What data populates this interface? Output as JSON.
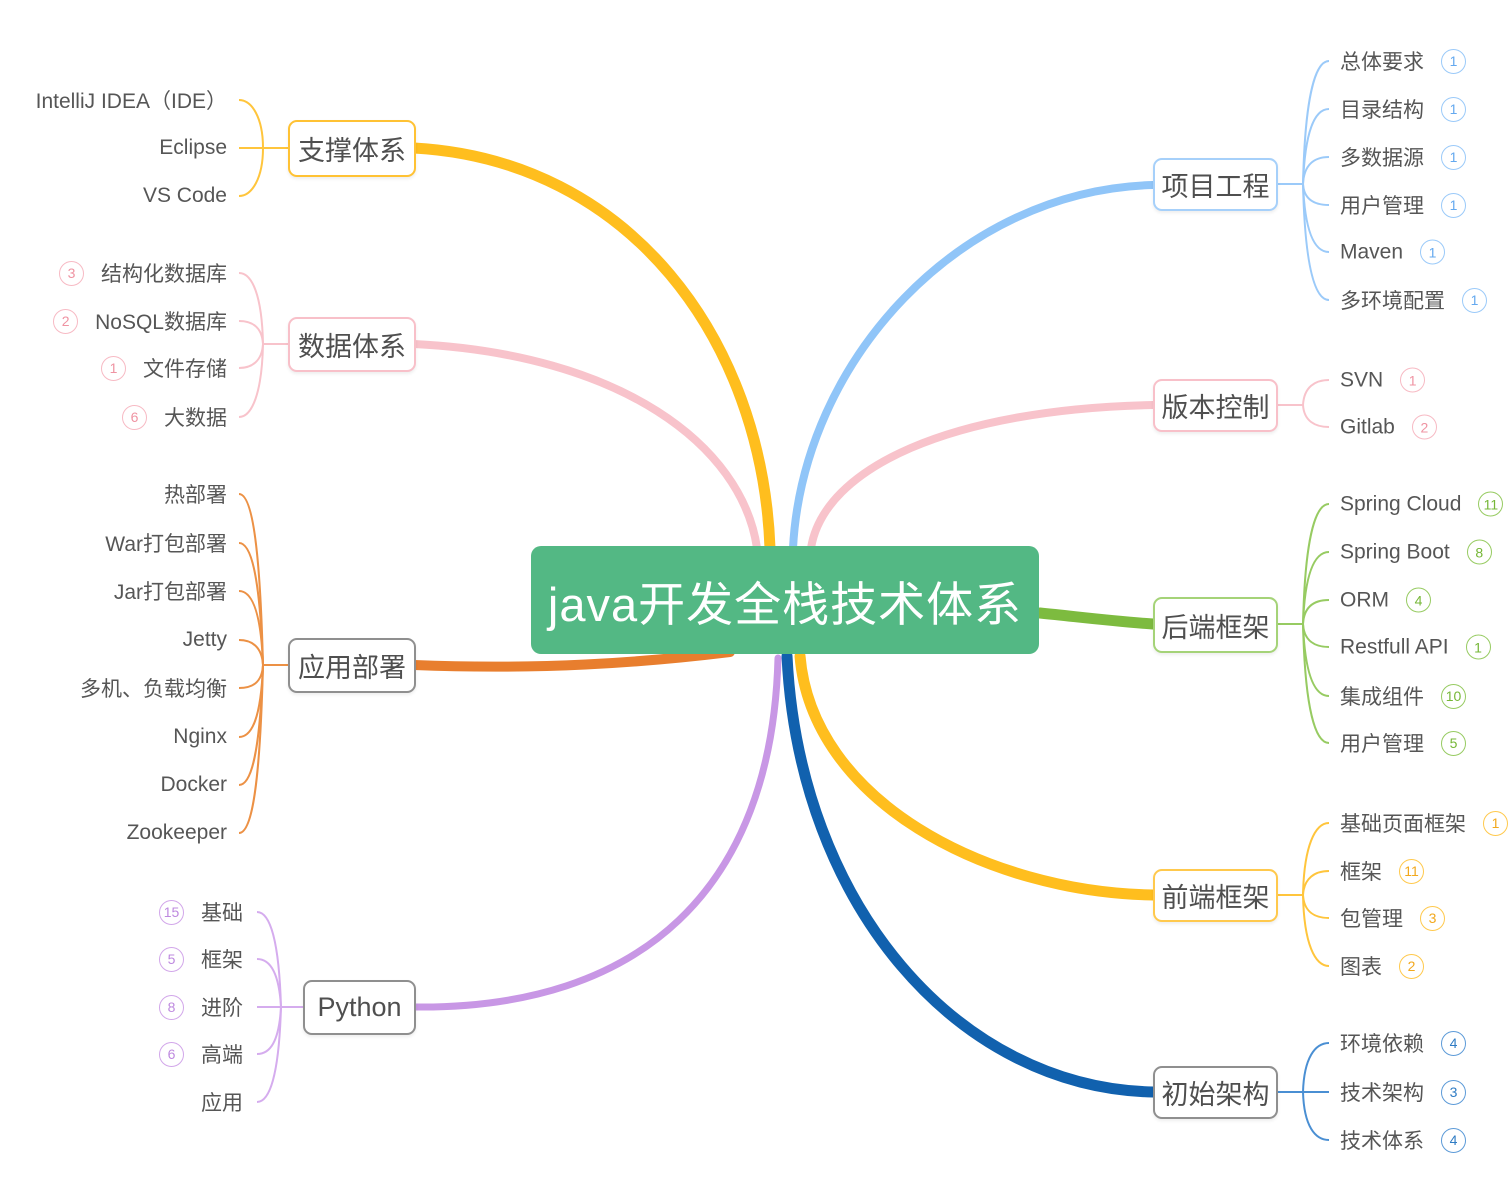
{
  "center": {
    "label": "java开发全栈技术体系"
  },
  "colors": {
    "center_bg": "#53B884",
    "yellow": "#FFBE1E",
    "pink": "#F8C3CB",
    "orange": "#E87E2E",
    "purple": "#C897E5",
    "light_blue": "#90C5F8",
    "green": "#7DBB3F",
    "dark_blue": "#1161AE"
  },
  "left_branches": [
    {
      "label": "支撑体系",
      "children": [
        {
          "label": "IntelliJ IDEA（IDE）"
        },
        {
          "label": "Eclipse"
        },
        {
          "label": "VS Code"
        }
      ]
    },
    {
      "label": "数据体系",
      "children": [
        {
          "label": "结构化数据库",
          "badge": "3"
        },
        {
          "label": "NoSQL数据库",
          "badge": "2"
        },
        {
          "label": "文件存储",
          "badge": "1"
        },
        {
          "label": "大数据",
          "badge": "6"
        }
      ]
    },
    {
      "label": "应用部署",
      "children": [
        {
          "label": "热部署"
        },
        {
          "label": "War打包部署"
        },
        {
          "label": "Jar打包部署"
        },
        {
          "label": "Jetty"
        },
        {
          "label": "多机、负载均衡"
        },
        {
          "label": "Nginx"
        },
        {
          "label": "Docker"
        },
        {
          "label": "Zookeeper"
        }
      ]
    },
    {
      "label": "Python",
      "children": [
        {
          "label": "基础",
          "badge": "15"
        },
        {
          "label": "框架",
          "badge": "5"
        },
        {
          "label": "进阶",
          "badge": "8"
        },
        {
          "label": "高端",
          "badge": "6"
        },
        {
          "label": "应用"
        }
      ]
    }
  ],
  "right_branches": [
    {
      "label": "项目工程",
      "children": [
        {
          "label": "总体要求",
          "badge": "1"
        },
        {
          "label": "目录结构",
          "badge": "1"
        },
        {
          "label": "多数据源",
          "badge": "1"
        },
        {
          "label": "用户管理",
          "badge": "1"
        },
        {
          "label": "Maven",
          "badge": "1"
        },
        {
          "label": "多环境配置",
          "badge": "1"
        }
      ]
    },
    {
      "label": "版本控制",
      "children": [
        {
          "label": "SVN",
          "badge": "1"
        },
        {
          "label": "Gitlab",
          "badge": "2"
        }
      ]
    },
    {
      "label": "后端框架",
      "children": [
        {
          "label": "Spring Cloud",
          "badge": "11"
        },
        {
          "label": "Spring Boot",
          "badge": "8"
        },
        {
          "label": "ORM",
          "badge": "4"
        },
        {
          "label": "Restfull API",
          "badge": "1"
        },
        {
          "label": "集成组件",
          "badge": "10"
        },
        {
          "label": "用户管理",
          "badge": "5"
        }
      ]
    },
    {
      "label": "前端框架",
      "children": [
        {
          "label": "基础页面框架",
          "badge": "1"
        },
        {
          "label": "框架",
          "badge": "11"
        },
        {
          "label": "包管理",
          "badge": "3"
        },
        {
          "label": "图表",
          "badge": "2"
        }
      ]
    },
    {
      "label": "初始架构",
      "children": [
        {
          "label": "环境依赖",
          "badge": "4"
        },
        {
          "label": "技术架构",
          "badge": "3"
        },
        {
          "label": "技术体系",
          "badge": "4"
        }
      ]
    }
  ]
}
